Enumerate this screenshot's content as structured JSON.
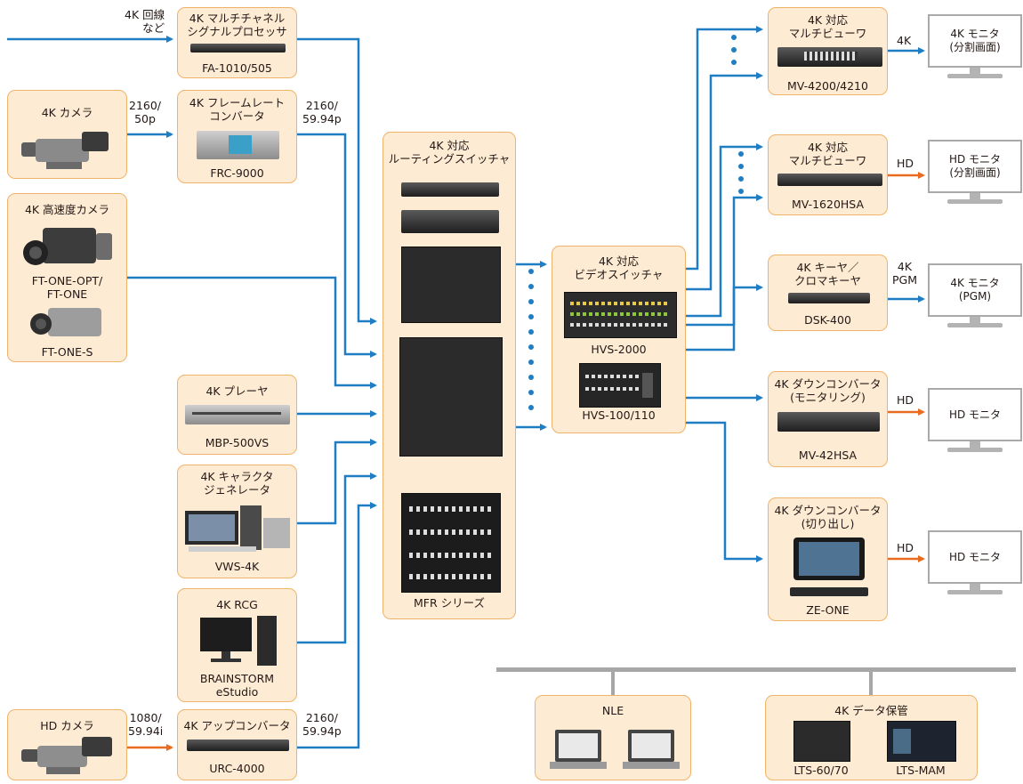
{
  "colors": {
    "blue_line": "#1f7ec3",
    "orange_line": "#e96b1f",
    "box_fill": "#fdebd3",
    "box_border": "#f0b36b",
    "monitor_border": "#a9a9a9",
    "network_bar": "#a7a7a7"
  },
  "inputs": {
    "line_in": {
      "label": "4K 回線\nなど"
    },
    "processor": {
      "title": "4K マルチチャネル\nシグナルプロセッサ",
      "model": "FA-1010/505"
    },
    "camera_4k": {
      "title": "4K カメラ",
      "signal": "2160/\n50p"
    },
    "frc": {
      "title": "4K フレームレート\nコンバータ",
      "model": "FRC-9000",
      "signal_out": "2160/\n59.94p"
    },
    "hs_camera": {
      "title": "4K 高速度カメラ",
      "model_a": "FT-ONE-OPT/\nFT-ONE",
      "model_b": "FT-ONE-S"
    },
    "player": {
      "title": "4K プレーヤ",
      "model": "MBP-500VS"
    },
    "chargen": {
      "title": "4K キャラクタ\nジェネレータ",
      "model": "VWS-4K"
    },
    "rcg": {
      "title": "4K RCG",
      "model": "BRAINSTORM\neStudio"
    },
    "hd_camera": {
      "title": "HD カメラ",
      "signal": "1080/\n59.94i"
    },
    "upconv": {
      "title": "4K アップコンバータ",
      "model": "URC-4000",
      "signal_out": "2160/\n59.94p"
    }
  },
  "router": {
    "title": "4K 対応\nルーティングスイッチャ",
    "model": "MFR シリーズ"
  },
  "switcher": {
    "title": "4K 対応\nビデオスイッチャ",
    "model_a": "HVS-2000",
    "model_b": "HVS-100/110"
  },
  "outputs": {
    "mv4200": {
      "title": "4K 対応\nマルチビューワ",
      "model": "MV-4200/4210",
      "signal": "4K",
      "monitor": "4K モニタ\n(分割画面)"
    },
    "mv1620": {
      "title": "4K 対応\nマルチビューワ",
      "model": "MV-1620HSA",
      "signal": "HD",
      "monitor": "HD モニタ\n(分割画面)"
    },
    "dsk": {
      "title": "4K キーヤ／\nクロマキーヤ",
      "model": "DSK-400",
      "signal": "4K\nPGM",
      "monitor": "4K モニタ\n(PGM)"
    },
    "mv42": {
      "title": "4K ダウンコンバータ\n(モニタリング)",
      "model": "MV-42HSA",
      "signal": "HD",
      "monitor": "HD モニタ"
    },
    "zeone": {
      "title": "4K ダウンコンバータ\n(切り出し)",
      "model": "ZE-ONE",
      "signal": "HD",
      "monitor": "HD モニタ"
    }
  },
  "network": {
    "nle": {
      "title": "NLE"
    },
    "storage": {
      "title": "4K データ保管",
      "model_a": "LTS-60/70",
      "model_b": "LTS-MAM"
    }
  }
}
